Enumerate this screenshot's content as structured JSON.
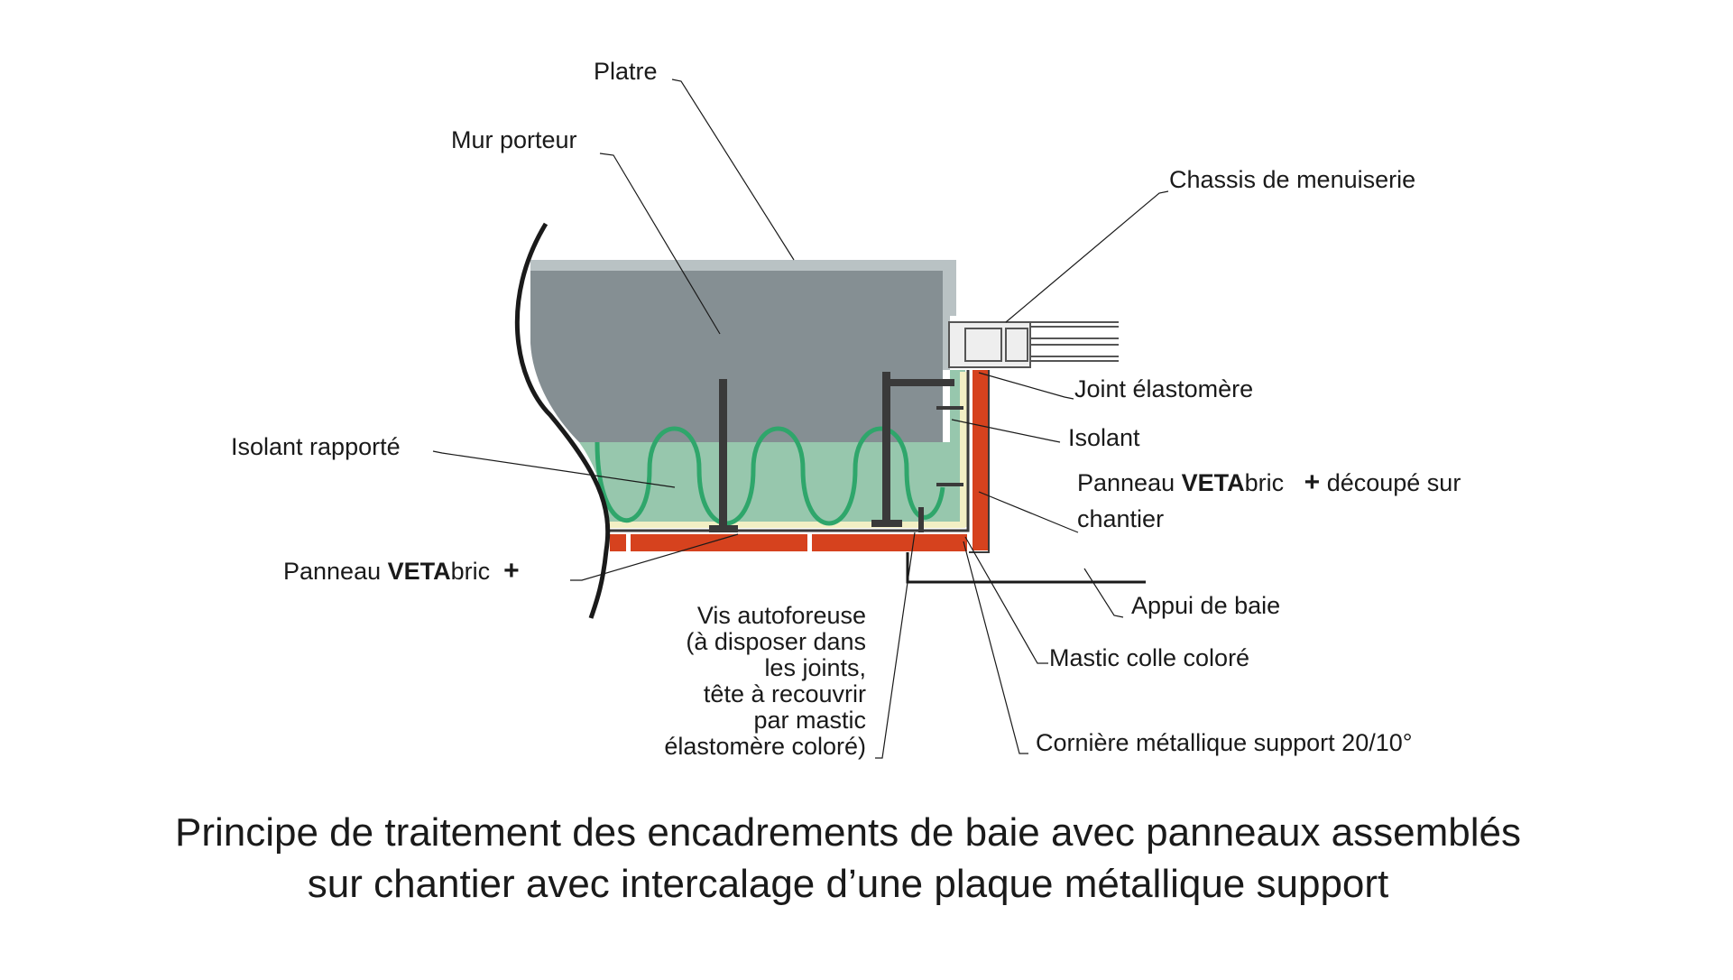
{
  "labels": {
    "platre": "Platre",
    "mur_porteur": "Mur porteur",
    "chassis": "Chassis de menuiserie",
    "joint": "Joint élastomère",
    "isolant": "Isolant",
    "isolant_rapporte": "Isolant rapporté",
    "panneau_decoupe": {
      "prefix": "Panneau ",
      "brand_bold": "VETA",
      "brand_light": "bric",
      "plus": "+",
      "suffix": "découpé sur",
      "line2": "chantier"
    },
    "panneau": {
      "prefix": "Panneau ",
      "brand_bold": "VETA",
      "brand_light": "bric",
      "plus": "+"
    },
    "vis": {
      "line1": "Vis autoforeuse",
      "line2": "(à disposer dans",
      "line3": "les joints,",
      "line4": "tête à recouvrir",
      "line5": "par mastic",
      "line6": "élastomère coloré)"
    },
    "appui": "Appui de baie",
    "mastic": "Mastic colle coloré",
    "corniere": "Cornière métallique support 20/10°"
  },
  "caption": {
    "line1": "Principe de traitement des encadrements de baie avec panneaux assemblés",
    "line2": "sur chantier avec intercalage d’une plaque métallique support"
  },
  "colors": {
    "wall": "#858f93",
    "plaster": "#b9c2c4",
    "insulation": "#97c7ad",
    "insulation_wave": "#2fa66b",
    "panel": "#d6421e",
    "metal": "#3a3a3a",
    "glue": "#f2efc4"
  }
}
